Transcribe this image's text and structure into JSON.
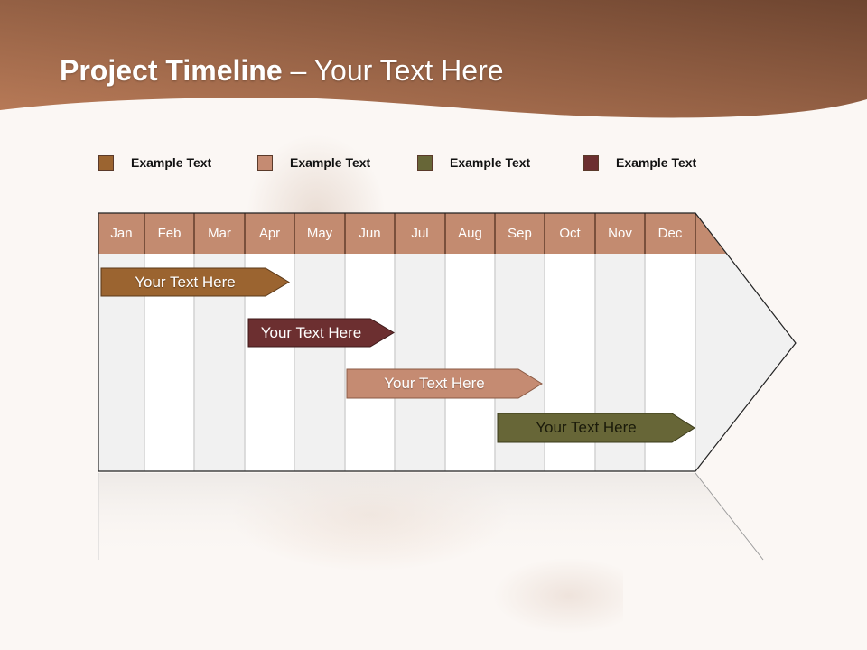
{
  "slide": {
    "title_bold": "Project Timeline",
    "title_rest": " – Your Text Here"
  },
  "colors": {
    "header_dark": "#6e4530",
    "header_light": "#b87a58",
    "month_header": "#c38b70",
    "col_light": "#f1f1f1",
    "col_white": "#ffffff"
  },
  "legend": [
    {
      "label": "Example Text",
      "color": "#9b6430"
    },
    {
      "label": "Example Text",
      "color": "#c58b72"
    },
    {
      "label": "Example Text",
      "color": "#676637"
    },
    {
      "label": "Example Text",
      "color": "#6c2f30"
    }
  ],
  "months": [
    "Jan",
    "Feb",
    "Mar",
    "Apr",
    "May",
    "Jun",
    "Jul",
    "Aug",
    "Sep",
    "Oct",
    "Nov",
    "Dec"
  ],
  "tasks": [
    {
      "label": "Your  Text Here",
      "color": "#9b6430",
      "text_color": "#ffffff",
      "start_month": "Jan",
      "end_month": "Apr"
    },
    {
      "label": "Your  Text Here",
      "color": "#6c2f30",
      "text_color": "#ffffff",
      "start_month": "Apr",
      "end_month": "Jun"
    },
    {
      "label": "Your  Text Here",
      "color": "#c58b72",
      "text_color": "#ffffff",
      "start_month": "Jun",
      "end_month": "Sep"
    },
    {
      "label": "Your  Text Here",
      "color": "#676637",
      "text_color": "#1a1a0a",
      "start_month": "Sep",
      "end_month": "Dec"
    }
  ]
}
